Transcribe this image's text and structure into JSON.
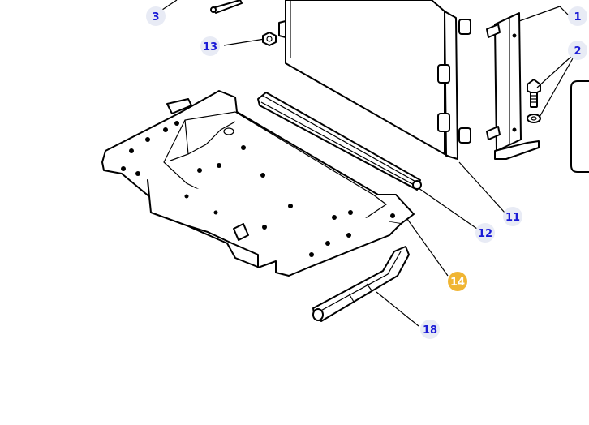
{
  "callouts": [
    {
      "id": "c1",
      "label": "1",
      "highlight": false
    },
    {
      "id": "c2",
      "label": "2",
      "highlight": false
    },
    {
      "id": "c3",
      "label": "3",
      "highlight": false
    },
    {
      "id": "c11",
      "label": "11",
      "highlight": false
    },
    {
      "id": "c12",
      "label": "12",
      "highlight": false
    },
    {
      "id": "c13",
      "label": "13",
      "highlight": false
    },
    {
      "id": "c14",
      "label": "14",
      "highlight": true
    },
    {
      "id": "c18",
      "label": "18",
      "highlight": false
    }
  ],
  "colors": {
    "callout_text": "#1a1ad6",
    "callout_bg": "#e8ebf5",
    "highlight_bg": "#f0b533",
    "highlight_text": "#ffffff"
  }
}
